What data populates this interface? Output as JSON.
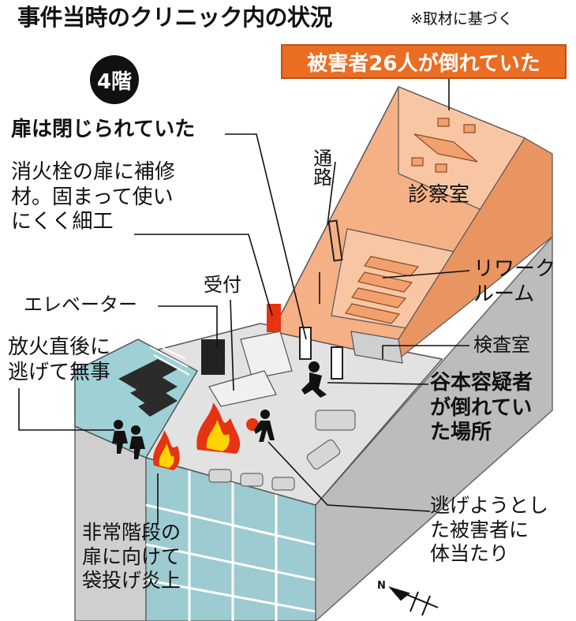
{
  "header": {
    "title": "事件当時のクリニック内の状況",
    "note": "※取材に基づく"
  },
  "floor_badge": "4階",
  "victims_banner": "被害者26人が倒れていた",
  "labels": {
    "door_closed": "扉は閉じられていた",
    "hydrant": "消火栓の扉に補修\n材。固まって使い\nにくく細工",
    "passage": "通路",
    "exam_room": "診察室",
    "rework_room": "リワーク\nルーム",
    "reception": "受付",
    "elevator": "エレベーター",
    "inspection_room": "検査室",
    "escaped": "放火直後に\n逃げて無事",
    "suspect": "谷本容疑者\nが倒れてい\nた場所",
    "victim_hit": "逃げようとし\nた被害者に\n体当たり",
    "stairs_door": "非常階段の\n扉に向けて\n袋投げ炎上"
  },
  "compass": "N",
  "colors": {
    "clinic_orange": "#f4a877",
    "banner_orange": "#ea6d22",
    "floor_gray": "#dedede",
    "wall_gray": "#cfcfcf",
    "building_blue": "#8ec3ca",
    "fire_red": "#e63312",
    "fire_yellow": "#ffd400"
  }
}
